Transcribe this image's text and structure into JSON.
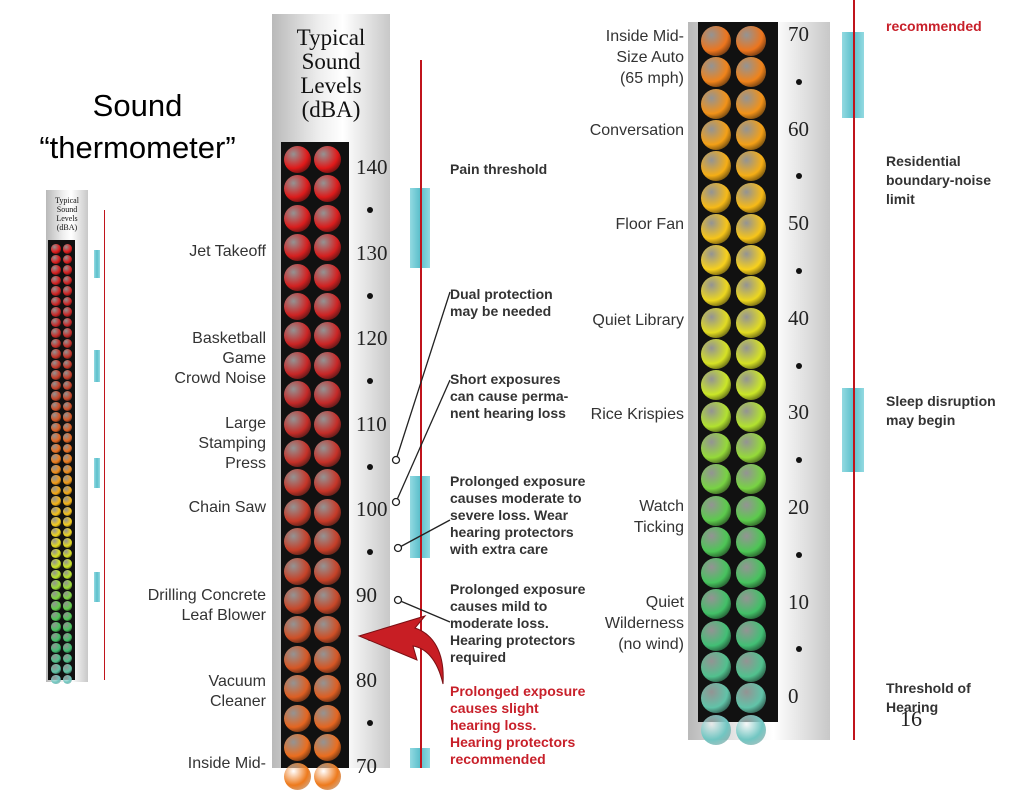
{
  "slide": {
    "title_line1": "Sound",
    "title_line2": "“thermometer”",
    "page_number": "16"
  },
  "header": {
    "line1": "Typical",
    "line2": "Sound",
    "line3": "Levels",
    "line4": "(dBA)"
  },
  "scale": {
    "ticks": [
      "140",
      "130",
      "120",
      "110",
      "100",
      "90",
      "80",
      "70",
      "60",
      "50",
      "40",
      "30",
      "20",
      "10",
      "0"
    ]
  },
  "sources": {
    "jet": "Jet Takeoff",
    "basketball": "Basketball\nGame\nCrowd Noise",
    "stamping": "Large\nStamping\nPress",
    "chainsaw": "Chain Saw",
    "drilling": "Drilling Concrete\nLeaf Blower",
    "vacuum": "Vacuum\nCleaner",
    "auto": "Inside Mid-\nSize Auto\n(65 mph)",
    "auto_cut": "Inside Mid-",
    "conversation": "Conversation",
    "fan": "Floor Fan",
    "library": "Quiet Library",
    "krispies": "Rice Krispies",
    "watch": "Watch\nTicking",
    "wilderness": "Quiet\nWilderness\n(no wind)"
  },
  "notes": {
    "pain": "Pain threshold",
    "dual": "Dual protection\nmay be needed",
    "short": "Short exposures\ncan cause perma-\nnent hearing loss",
    "moderate_severe": "Prolonged exposure\ncauses moderate to\nsevere loss. Wear\nhearing protectors\nwith extra care",
    "mild_moderate": "Prolonged exposure\ncauses mild to\nmoderate loss.\nHearing protectors\nrequired",
    "slight": "Prolonged exposure\ncauses slight\nhearing loss.\nHearing protectors\nrecommended",
    "recommended_cut": "recommended",
    "residential": "Residential\nboundary-noise\nlimit",
    "sleep": "Sleep disruption\nmay begin",
    "threshold": "Threshold of\nHearing"
  },
  "colors": {
    "dot_top": "#e01919",
    "dot_mid": "#f07a1e",
    "dot_yellow": "#f7d21c",
    "dot_green": "#3ec75c",
    "dot_bottom": "#72c6c4",
    "accent_red": "#c8202a",
    "cyan_band": "#3fb4c2"
  }
}
